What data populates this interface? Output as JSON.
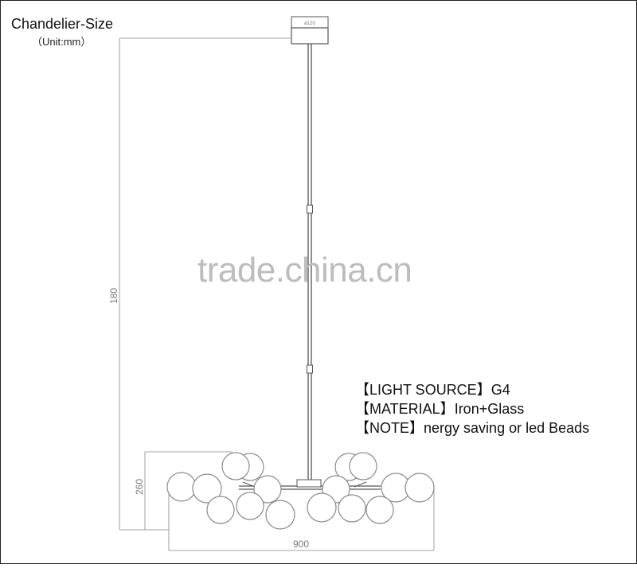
{
  "header": {
    "title": "Chandelier-Size",
    "unit": "（Unit:mm）"
  },
  "dimensions": {
    "canopy_diameter": "ø120",
    "overall_height": "180",
    "body_height": "260",
    "width": "900"
  },
  "specs": [
    {
      "key": "【LIGHT SOURCE】",
      "value": "G4"
    },
    {
      "key": "【MATERIAL】",
      "value": "Iron+Glass"
    },
    {
      "key": "【NOTE】",
      "value": "nergy saving or led Beads"
    }
  ],
  "watermark": "trade.china.cn",
  "colors": {
    "line": "#555555",
    "globe_stroke": "#8a8a8a",
    "watermark": "#bdbdbd"
  }
}
